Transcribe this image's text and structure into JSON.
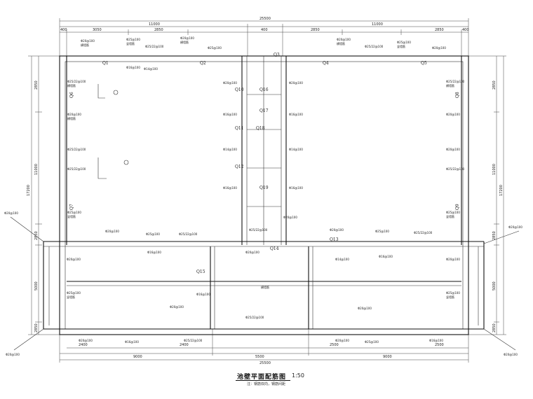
{
  "drawing": {
    "title": "池壁平面配筋图",
    "scale": "1:50",
    "note": "注：钢筋双向，钢筋间距"
  },
  "dims_top": {
    "overall": "25500",
    "halves": [
      "11000",
      "11000"
    ],
    "segments": [
      "400",
      "3050",
      "2850",
      "400",
      "2850",
      "2850",
      "400"
    ]
  },
  "dims_bottom": {
    "overall": "25500",
    "segments": [
      "9000",
      "5500",
      "9000"
    ],
    "sub": [
      "2400",
      "2400",
      "2500",
      "2500"
    ]
  },
  "dims_left": {
    "overall": "17200",
    "segments": [
      "2850",
      "11000",
      "2850",
      "5000",
      "2850"
    ]
  },
  "dims_right": {
    "overall": "17200",
    "segments": [
      "2850",
      "11000",
      "2850",
      "5000",
      "2850"
    ]
  },
  "rebar_labels": {
    "a": "Φ25@100",
    "b": "Φ20@100",
    "c": "Φ25/22@100",
    "d": "Φ16@100",
    "e": "横墙筋",
    "f": "竖墙筋",
    "g": "Φ14@100"
  },
  "wall_codes": [
    "Q1",
    "Q2",
    "Q3",
    "Q4",
    "Q5",
    "Q6",
    "Q7",
    "Q8",
    "Q9",
    "Q10",
    "Q11",
    "Q12",
    "Q13",
    "Q14",
    "Q15",
    "Q16",
    "Q17",
    "Q18",
    "Q19"
  ]
}
